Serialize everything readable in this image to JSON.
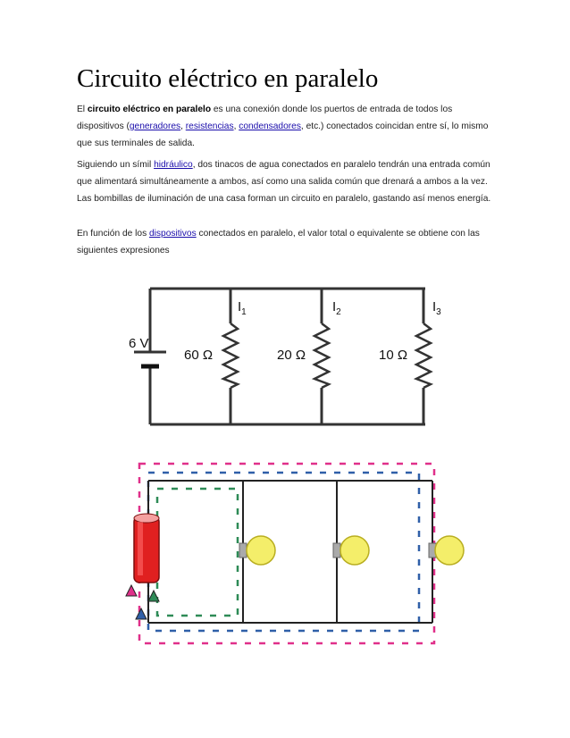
{
  "title": "Circuito eléctrico en paralelo",
  "p1": {
    "t1": "El ",
    "b1": "circuito eléctrico en paralelo",
    "t2": " es una conexión donde los puertos de entrada de todos los dispositivos (",
    "l1": "generadores",
    "t3": ", ",
    "l2": "resistencias",
    "t4": ", ",
    "l3": "condensadores",
    "t5": ", etc.) conectados coincidan entre sí, lo mismo que sus terminales de salida."
  },
  "p2": {
    "t1": "Siguiendo un símil ",
    "l1": "hidráulico",
    "t2": ", dos tinacos de agua conectados en paralelo tendrán una entrada común que alimentará simultáneamente a ambos, así como una salida común que drenará a ambos a la vez. Las bombillas de iluminación de una casa forman un circuito en paralelo, gastando así menos energía."
  },
  "p3": {
    "t1": "En función de los ",
    "l1": "dispositivos",
    "t2": " conectados en paralelo, el valor total o equivalente se obtiene con las siguientes expresiones"
  },
  "circuit": {
    "battery_label": "6 V",
    "resistors": [
      {
        "label": "60 Ω",
        "current": "I",
        "sub": "1"
      },
      {
        "label": "20 Ω",
        "current": "I",
        "sub": "2"
      },
      {
        "label": "10 Ω",
        "current": "I",
        "sub": "3"
      }
    ],
    "wire_color": "#333333"
  },
  "bulbs_diagram": {
    "battery_color": "#e02020",
    "bulb_color": "#f4ee6a",
    "magenta": "#e0308a",
    "blue": "#2f5fa8",
    "green": "#2e8b57",
    "bulb_count": 3
  }
}
